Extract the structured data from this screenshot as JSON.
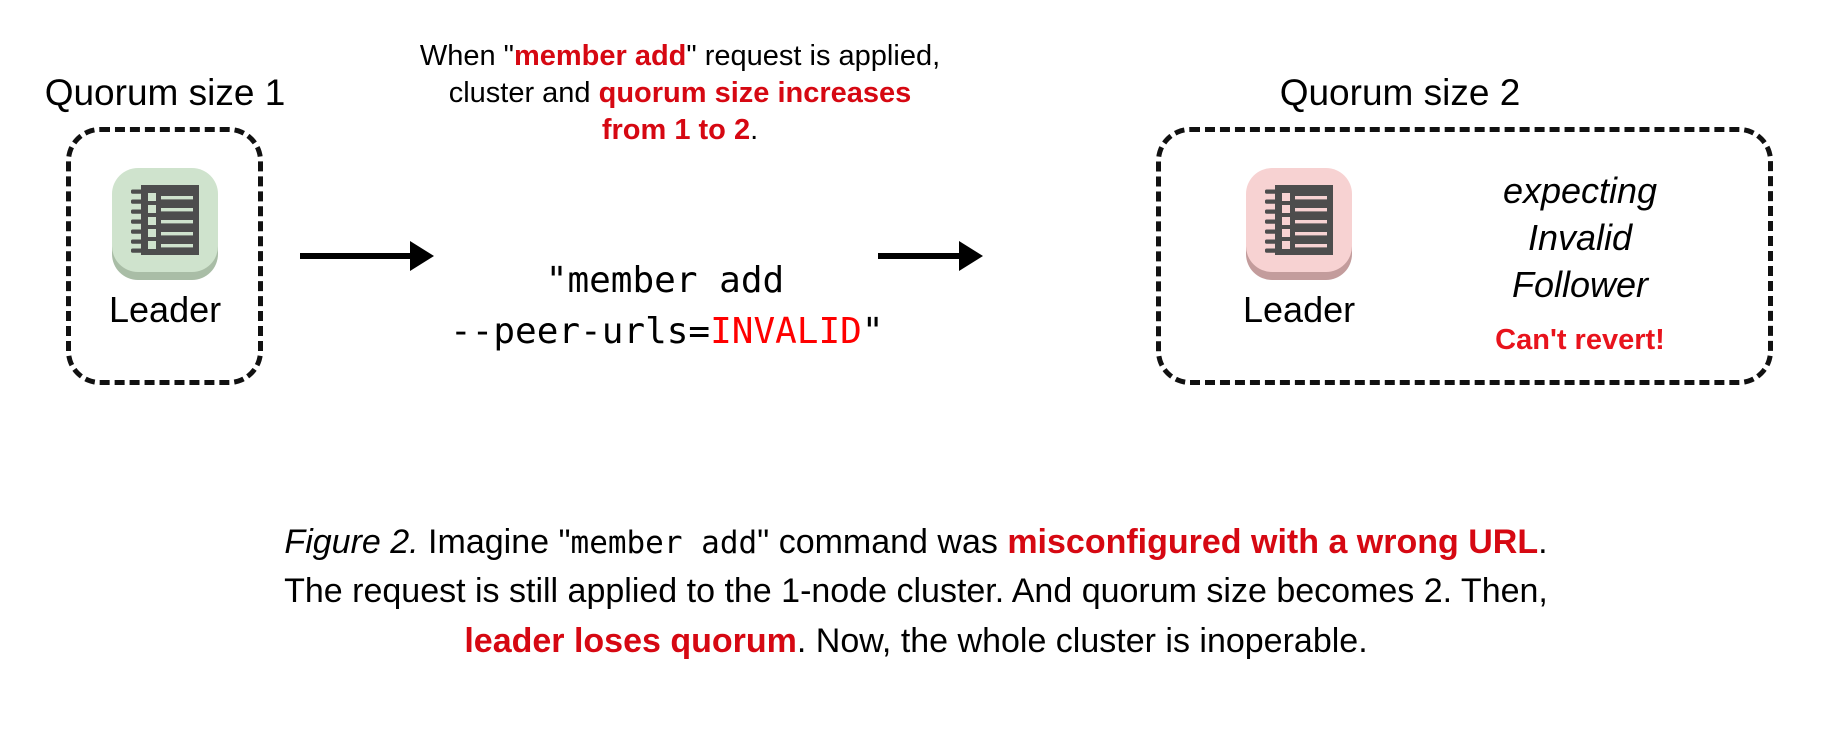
{
  "figure": {
    "left_cluster": {
      "title": "Quorum size 1",
      "node_label": "Leader",
      "icon_name": "etcd-node-icon",
      "icon_bg": "#cfe3cd",
      "icon_shadow": "#a9bda6",
      "icon_body": "#4d4d4d",
      "icon_detail": "#cfe3cd"
    },
    "right_cluster": {
      "title": "Quorum size 2",
      "node_label": "Leader",
      "icon_name": "etcd-node-icon",
      "icon_bg": "#f7d2d2",
      "icon_shadow": "#c39c9c",
      "icon_body": "#4d4d4d",
      "icon_detail": "#f7d2d2",
      "status_line_1": "expecting",
      "status_line_2": "Invalid",
      "status_line_3": "Follower",
      "warning": "Can't revert!"
    },
    "top_note": {
      "line1_a": "When \"",
      "line1_b": "member add",
      "line1_c": "\" request is applied,",
      "line2_a": "cluster and ",
      "line2_b": "quorum size increases",
      "line3_b": "from 1 to 2",
      "line3_c": "."
    },
    "command": {
      "line1": "\"member add",
      "line2_a": "--peer-urls=",
      "line2_b": "INVALID",
      "line2_c": "\""
    },
    "caption": {
      "l1_a": "Figure 2.",
      "l1_b": " Imagine \"",
      "l1_mono": "member add",
      "l1_c": "\" command was ",
      "l1_red": "misconfigured with a wrong URL",
      "l1_d": ".",
      "l2": "The request is still applied to the 1-node cluster. And quorum size becomes 2. Then,",
      "l3_red": "leader loses quorum",
      "l3_b": ". Now, the whole cluster is inoperable."
    },
    "colors": {
      "accent_red": "#d60812",
      "bright_red": "#ff0000",
      "warning_red": "#e8131c",
      "text_black": "#000000",
      "background": "#ffffff"
    }
  }
}
